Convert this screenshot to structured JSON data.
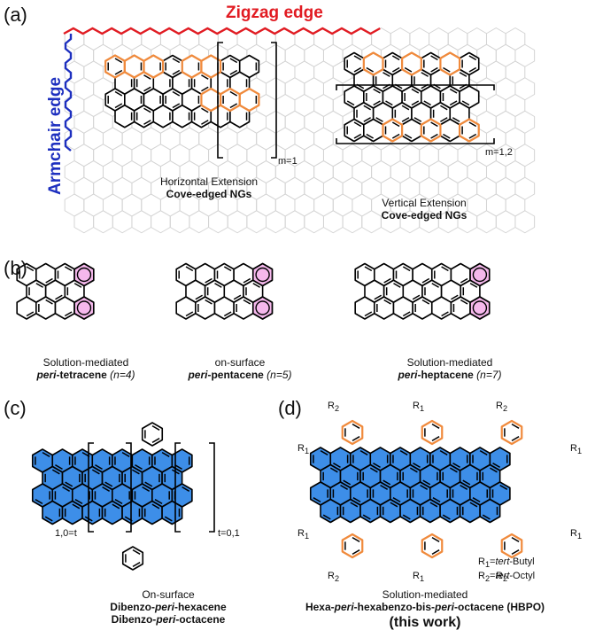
{
  "panel_a": {
    "label": "(a)",
    "zigzag": "Zigzag edge",
    "armchair": "Armchair edge",
    "h_ext": "Horizontal Extension",
    "h_bold": "Cove-edged NGs",
    "m1": "m=1",
    "v_ext": "Vertical Extension",
    "v_bold": "Cove-edged NGs",
    "m12": "m=1,2",
    "colors": {
      "zigzag": "#e11b22",
      "armchair": "#1d2fbf",
      "cove": "#f08a3c",
      "grid": "#d4d4d4"
    }
  },
  "panel_b": {
    "label": "(b)",
    "items": [
      {
        "pre": "Solution-mediated",
        "name": "peri",
        "suffix": "-tetracene",
        "paren": "(n=4)"
      },
      {
        "pre": "on-surface",
        "name": "peri",
        "suffix": "-pentacene",
        "paren": "(n=5)"
      },
      {
        "pre": "Solution-mediated",
        "name": "peri",
        "suffix": "-heptacene",
        "paren": "(n=7)"
      }
    ],
    "colors": {
      "highlight": "#f5b8ec"
    }
  },
  "panel_c": {
    "label": "(c)",
    "t_left": "1,0=t",
    "t_right": "t=0,1",
    "cap1": "On-surface",
    "cap2a": "Dibenzo-",
    "cap2b": "peri",
    "cap2c": "-hexacene",
    "cap3a": "Dibenzo-",
    "cap3b": "peri",
    "cap3c": "-octacene",
    "colors": {
      "fill": "#3d8ee8"
    }
  },
  "panel_d": {
    "label": "(d)",
    "r1": "R",
    "r1sub": "1",
    "r2": "R",
    "r2sub": "2",
    "legend1a": "R",
    "legend1b": "1",
    "legend1c": "=",
    "legend1d": "tert",
    "legend1e": "-Butyl",
    "legend2a": "R",
    "legend2b": "2",
    "legend2c": "=",
    "legend2d": "tert",
    "legend2e": "-Octyl",
    "cap1": "Solution-mediated",
    "cap2a": "Hexa-",
    "cap2b": "peri",
    "cap2c": "-hexabenzo-bis-",
    "cap2d": "peri",
    "cap2e": "-octacene (HBPO)",
    "cap3": "(this work)"
  }
}
